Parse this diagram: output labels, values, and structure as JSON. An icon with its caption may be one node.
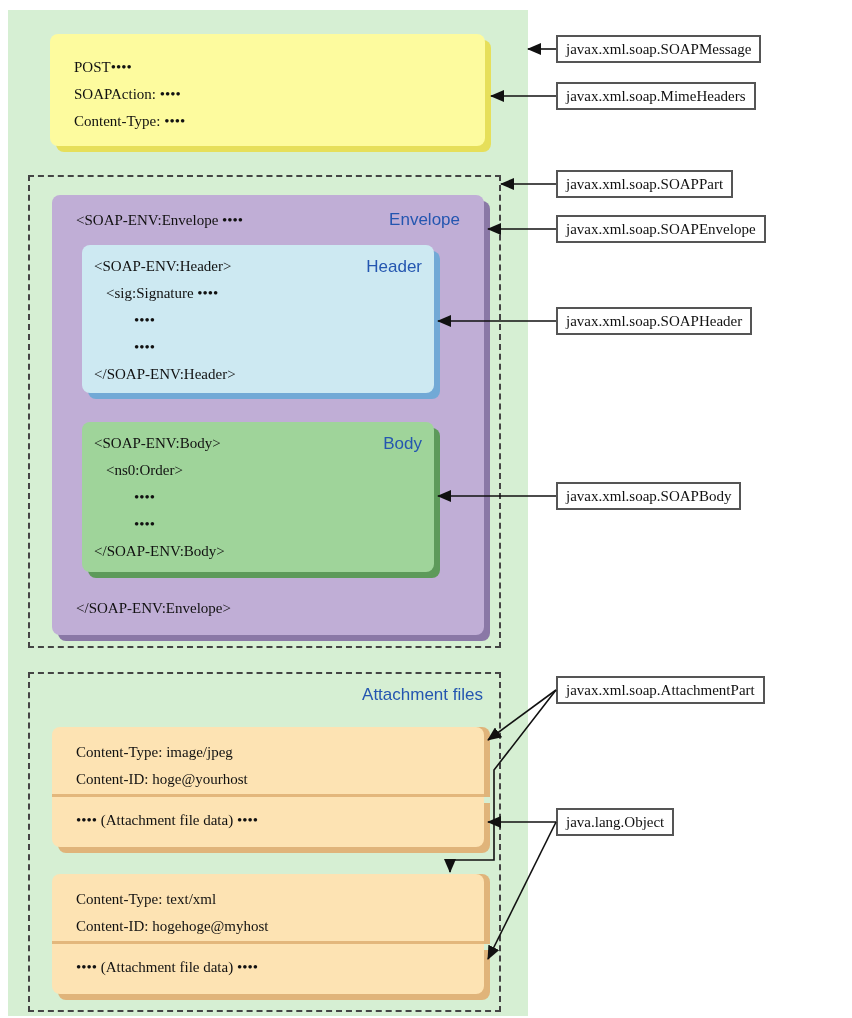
{
  "diagram": {
    "nodes": [
      {
        "text": [],
        "shape": "box"
      },
      {
        "text": [
          "POST••••",
          "SOAPAction: ••••",
          "Content-Type: ••••"
        ],
        "in": 0
      },
      {
        "text": [],
        "shape": "box",
        "in": 0
      },
      {
        "text": [
          "<SOAP-ENV:Envelope ••••",
          "Envelope",
          "</SOAP-ENV:Envelope>"
        ],
        "in": 2
      },
      {
        "text": [
          "<SOAP-ENV:Header>",
          "Header",
          "<sig:Signature ••••",
          "••••",
          "••••",
          "</SOAP-ENV:Header>"
        ],
        "in": 3
      },
      {
        "text": [
          "<SOAP-ENV:Body>",
          "Body",
          "<ns0:Order>",
          "••••",
          "••••",
          "</SOAP-ENV:Body>"
        ],
        "in": 3
      },
      {
        "text": [
          "Attachment files"
        ],
        "in": 0
      },
      {
        "text": [
          "Content-Type: image/jpeg",
          "Content-ID: hoge@yourhost"
        ],
        "in": 6
      },
      {
        "text": [
          "•••• (Attachment file data) ••••"
        ],
        "in": 6
      },
      {
        "text": [
          "Content-Type: text/xml",
          "Content-ID: hogehoge@myhost"
        ],
        "in": 6
      },
      {
        "text": [
          "•••• (Attachment file data) ••••"
        ],
        "in": 6
      },
      {
        "text": [
          "javax.xml.soap.SOAPMessage"
        ]
      },
      {
        "text": [
          "javax.xml.soap.MimeHeaders"
        ]
      },
      {
        "text": [
          "javax.xml.soap.SOAPPart"
        ]
      },
      {
        "text": [
          "javax.xml.soap.SOAPEnvelope"
        ]
      },
      {
        "text": [
          "javax.xml.soap.SOAPHeader"
        ]
      },
      {
        "text": [
          "javax.xml.soap.SOAPBody"
        ]
      },
      {
        "text": [
          "javax.xml.soap.AttachmentPart"
        ]
      },
      {
        "text": [
          "java.lang.Object"
        ]
      }
    ],
    "edges": [
      {
        "from": 11,
        "to": 0,
        "arrow": "to"
      },
      {
        "from": 12,
        "to": 1,
        "arrow": "to"
      },
      {
        "from": 13,
        "to": 2,
        "arrow": "to"
      },
      {
        "from": 14,
        "to": 3,
        "arrow": "to"
      },
      {
        "from": 15,
        "to": 4,
        "arrow": "to"
      },
      {
        "from": 16,
        "to": 5,
        "arrow": "to"
      },
      {
        "from": 17,
        "to": 7,
        "arrow": "to"
      },
      {
        "from": 17,
        "to": 9,
        "arrow": "to"
      },
      {
        "from": 18,
        "to": 8,
        "arrow": "to"
      },
      {
        "from": 18,
        "to": 10,
        "arrow": "to"
      }
    ]
  }
}
